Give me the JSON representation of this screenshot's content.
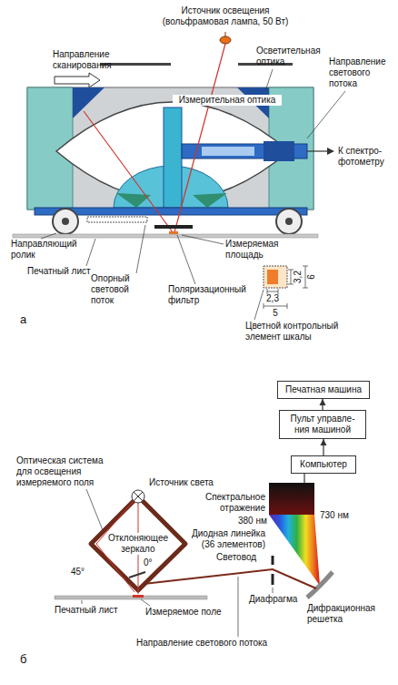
{
  "diagram": {
    "nodes": [
      {
        "text": [
          "Печатная машина"
        ]
      },
      {
        "text": [
          "Пульт управле- ния машиной"
        ]
      },
      {
        "text": [
          "Компьютер"
        ]
      }
    ],
    "edges": [
      {
        "from": 2,
        "to": 1,
        "arrow": "to"
      },
      {
        "from": 1,
        "to": 0,
        "arrow": "to"
      }
    ],
    "labels": [
      "Источник освещения (вольфрамовая лампа, 50 Вт)",
      "Направление сканирования",
      "Осветительная оптика",
      "Направление светового потока",
      "Измерительная оптика",
      "К спектро- фотометру",
      "Направляющий ролик",
      "Печатный лист",
      "Опорный световой поток",
      "Поляризационный фильтр",
      "Измеряемая площадь",
      "3,2",
      "6",
      "2,3",
      "5",
      "Цветной контрольный элемент шкалы",
      "а",
      "Оптическая система для освещения измеряемого поля",
      "Источник света",
      "Спектральное отражение",
      "380 нм",
      "730 нм",
      "Диодная линейка (36 элементов)",
      "Световод",
      "Отклоняющее зеркало",
      "0°",
      "45°",
      "Печатный лист",
      "Диафрагма",
      "Дифракционная решетка",
      "Измеряемое поле",
      "Направление светового потока",
      "б"
    ]
  }
}
